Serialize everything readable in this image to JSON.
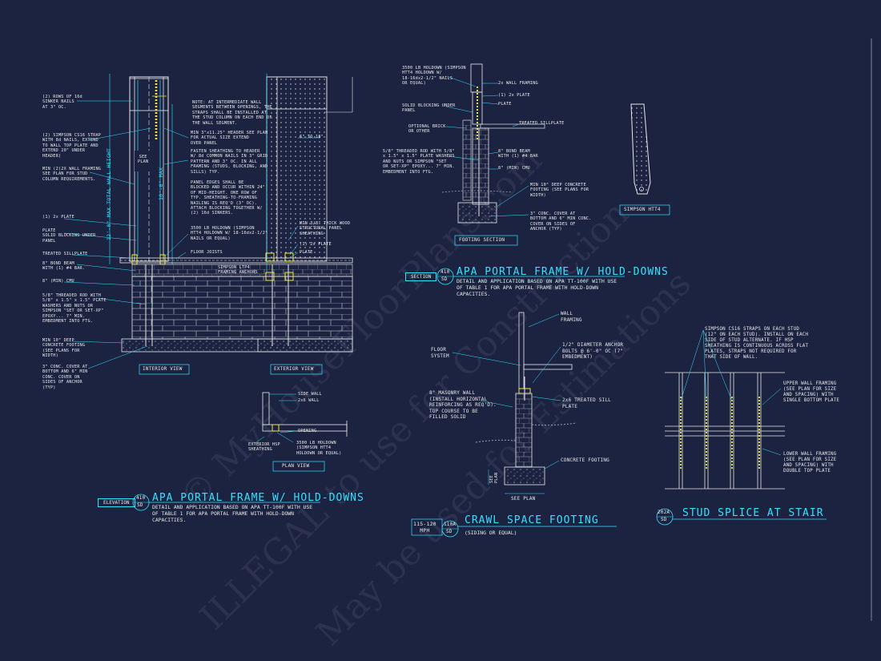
{
  "watermarks": [
    "© MyHouseFloorPlans.com",
    "ILLEGAL to use for Construction",
    "May be used for Estimations"
  ],
  "portal_interior": {
    "notes": [
      "(2) ROWS OF 16d\nSINKER NAILS\nAT 3\" OC.",
      "(2) SIMPSON CS16 STRAP\nWITH 8d NAILS, EXTEND\nTO WALL TOP PLATE AND\nEXTEND 20\" UNDER\nHEADER)",
      "MIN (2)2X WALL FRAMING\nSEE PLAN FOR STUD\nCOLUMN REQUIREMENTS.",
      "(1) 2x PLATE",
      "PLATE\nSOLID BLOCKING UNDER\nPANEL",
      "TREATED SILLPLATE",
      "8\" BOND BEAM\nWITH (1) #4 BAR.",
      "8\" (MIN) CMU",
      "5/8\" THREADED ROD WITH\n5/8\" x 1.5\" x 1.5\" PLATE\nWASHERS AND NUTS OR\nSIMPSON \"SET OR SET-XP\"\nEPOXY... 7\" MIN.\nEMBEDMENT INTO FTG.",
      "MIN 10\" DEEP\nCONCRETE FOOTING\n(SEE PLANS FOR\nWIDTH)",
      "3\" CONC. COVER AT\nBOTTOM AND 6\" MIN\nCONC. COVER ON\nSIDES OF ANCHOR\n(TYP)"
    ],
    "right_notes": [
      "NOTE: AT INTERMEDIATE WALL\nSEGMENTS BETWEEN OPENINGS, THE\nSTRAPS SHALL BE INSTALLED AT\nTHE STUD COLUMN ON EACH END OF\nTHE WALL SEGMENT.",
      "MIN 3\"x11.25\" HEADER SEE PLAN\nFOR ACTUAL SIZE EXTEND\nOVER PANEL",
      "FASTEN SHEATHING TO HEADER\nW/ 8d COMMON NAILS IN 3\" GRID\nPATTERN AND 3\" OC. IN ALL\nFRAMING (STUDS, BLOCKING, AND\nSILLS) TYP.",
      "PANEL EDGES SHALL BE\nBLOCKED AND OCCUR WITHIN 24\"\nOF MID-HEIGHT. ONE ROW OF\nTYP. SHEATHING-TO-FRAMING\nNAILING IS REQ'D (3\" OC).\nATTACH BLOCKING TOGETHER W/\n(2) 16d SINKERS.",
      "3500 LB HOLDOWN (SIMPSON\nHTT4 HOLDOWN W/ 18-16dx2-1/2\"\nNAILS OR EQUAL)",
      "FLOOR JOISTS",
      "SIMPSON LTP4\nFRAMING ANCHORS"
    ],
    "dim_labels": [
      "12'-0\" MAX TOTAL WALL HEIGHT",
      "10'-0\" MAX",
      "SEE\nPLAN"
    ],
    "view_label": "INTERIOR VIEW"
  },
  "portal_exterior": {
    "notes": [
      "6\" TO 18\"",
      "MIN 3/8\" THICK WOOD\nSTRUCTURAL PANEL\nSHEATHING",
      "(1) 2x PLATE",
      "PLATE"
    ],
    "view_label": "EXTERIOR VIEW"
  },
  "plan_view": {
    "notes": [
      "SIDE WALL",
      "2x6 WALL",
      "OPENING",
      "EXTERIOR HSP\nSHEATHING",
      "3500 LB HOLDOWN\n(SIMPSON HTT4\nHOLDOWN OR EQUAL)"
    ],
    "view_label": "PLAN VIEW"
  },
  "elevation_title": {
    "tag": "ELEVATION",
    "num": "410",
    "sheet": "SD",
    "title": "APA PORTAL FRAME W/ HOLD-DOWNS",
    "desc": "DETAIL AND APPLICATION BASED ON APA TT-100F WITH USE\nOF TABLE 1 FOR APA PORTAL FRAME WITH HOLD-DOWN\nCAPACITIES."
  },
  "footing_section": {
    "notes": [
      "3500 LB HOLDOWN (SIMPSON\nHTT4 HOLDOWN W/\n18-16dx2-1/2\" NAILS\nOR EQUAL)",
      "SOLID BLOCKING UNDER\nPANEL",
      "OPTIONAL BRICK\nOR OTHER",
      "5/8\" THREADED ROD WITH 5/8\"\nx 1.5\" x 1.5\" PLATE WASHERS\nAND NUTS OR SIMPSON \"SET\nOR SET-XP\" EPOXY... 7\" MIN.\nEMBEDMENT INTO FTG.",
      "2x WALL FRAMING",
      "(1) 2x PLATE",
      "PLATE",
      "TREATED SILLPLATE",
      "8\" BOND BEAM\nWITH (1) #4 BAR",
      "8\" (MIN) CMU",
      "MIN 10\" DEEP CONCRETE\nFOOTING (SEE PLANS FOR\nWIDTH)",
      "3\" CONC. COVER AT\nBOTTOM AND 6\" MIN CONC.\nCOVER ON SIDES OF\nANCHOR (TYP)"
    ],
    "view_label": "FOOTING SECTION"
  },
  "hardware": {
    "label": "SIMPSON HTT4"
  },
  "section_title": {
    "tag": "SECTION",
    "num": "410",
    "sheet": "SD",
    "title": "APA PORTAL FRAME W/ HOLD-DOWNS",
    "desc": "DETAIL AND APPLICATION BASED ON APA TT-100F WITH USE\nOF TABLE 1 FOR APA PORTAL FRAME WITH HOLD-DOWN\nCAPACITIES."
  },
  "crawl": {
    "notes": [
      "WALL\nFRAMING",
      "FLOOR\nSYSTEM",
      "1/2\" DIAMETER ANCHOR\nBOLTS @ 6'-0\" OC (7\"\nEMBEDMENT)",
      "8\" MASONRY WALL\n(INSTALL HORIZONTAL\nREINFORCING AS REQ'D).\nTOP COURSE TO BE\nFILLED SOLID",
      "2x6 TREATED SILL\nPLATE",
      "CONCRETE FOOTING",
      "SEE\nPLAN"
    ],
    "see_plan": "SEE PLAN",
    "speed": "115-120\nMPH",
    "num": "110A",
    "sheet": "SD",
    "title": "CRAWL SPACE FOOTING",
    "subtitle": "(SIDING OR EQUAL)"
  },
  "stair": {
    "notes": [
      "SIMPSON CS16 STRAPS ON EACH STUD\n(12\" ON EACH STUD). INSTALL ON EACH\nSIDE OF STUD ALTERNATE. IF HSP\nSHEATHING IS CONTINUOUS ACROSS FLAT\nPLATES, STRAPS NOT REQUIRED FOR\nTHAT SIDE OF WALL.",
      "UPPER WALL FRAMING\n(SEE PLAN FOR SIZE\nAND SPACING) WITH\nSINGLE BOTTOM PLATE",
      "LOWER WALL FRAMING\n(SEE PLAN FOR SIZE\nAND SPACING) WITH\nDOUBLE TOP PLATE"
    ],
    "num": "202A",
    "sheet": "SD",
    "title": "STUD SPLICE AT STAIR"
  },
  "colors": {
    "background": "#1c2340",
    "line_cyan": "#33e0ff",
    "line_yellow": "#f2e93a",
    "text": "#e9e9e9"
  }
}
